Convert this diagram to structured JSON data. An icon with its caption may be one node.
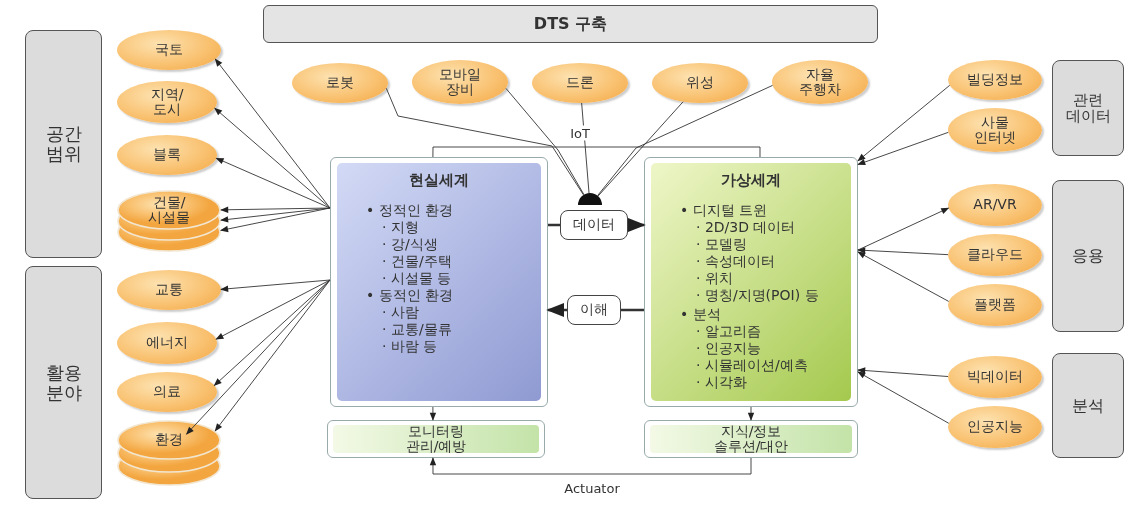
{
  "diagram": {
    "nodes": [
      {
        "text": [
          "DTS 구축"
        ]
      },
      {
        "text": [
          "공간 범위"
        ]
      },
      {
        "text": [
          "국토"
        ]
      },
      {
        "text": [
          "지역/도시"
        ]
      },
      {
        "text": [
          "블록"
        ]
      },
      {
        "text": [
          "건물/시설물"
        ]
      },
      {
        "text": [
          "활용 분야"
        ]
      },
      {
        "text": [
          "교통"
        ]
      },
      {
        "text": [
          "에너지"
        ]
      },
      {
        "text": [
          "의료"
        ]
      },
      {
        "text": [
          "환경"
        ]
      },
      {
        "text": [
          "로봇"
        ]
      },
      {
        "text": [
          "모바일 장비"
        ]
      },
      {
        "text": [
          "드론"
        ]
      },
      {
        "text": [
          "위성"
        ]
      },
      {
        "text": [
          "자율 주행차"
        ]
      },
      {
        "text": [
          "빌딩정보"
        ]
      },
      {
        "text": [
          "사물 인터넷"
        ]
      },
      {
        "text": [
          "관련 데이터"
        ]
      },
      {
        "text": [],
        "shape": "circle"
      },
      {
        "text": [
          "현실세계",
          "• 정적인 환경",
          "· 지형",
          "· 강/식생",
          "· 건물/주택",
          "· 시설물 등",
          "• 동적인 환경",
          "· 사람",
          "· 교통/물류",
          "· 바람 등"
        ]
      },
      {
        "text": [
          "가상세계",
          "• 디지털 트윈",
          "· 2D/3D 데이터",
          "· 모델링",
          "· 속성데이터",
          "· 위치",
          "· 명칭/지명(POI) 등",
          "• 분석",
          "· 알고리즘",
          "· 인공지능",
          "· 시뮬레이션/예측",
          "· 시각화"
        ]
      },
      {
        "text": [
          "AR/VR"
        ]
      },
      {
        "text": [
          "클라우드"
        ]
      },
      {
        "text": [
          "플랫폼"
        ]
      },
      {
        "text": [
          "응용"
        ]
      },
      {
        "text": [
          "빅데이터"
        ]
      },
      {
        "text": [
          "인공지능"
        ]
      },
      {
        "text": [
          "분석"
        ]
      },
      {
        "text": [
          "모니터링 관리/예방"
        ]
      },
      {
        "text": [
          "지식/정보 솔루션/대안"
        ]
      }
    ],
    "edges": [
      {
        "from": 20,
        "to": 2,
        "arrow": "to"
      },
      {
        "from": 20,
        "to": 3,
        "arrow": "to"
      },
      {
        "from": 20,
        "to": 4,
        "arrow": "to"
      },
      {
        "from": 20,
        "to": 5,
        "arrow": "to"
      },
      {
        "from": 20,
        "to": 5,
        "arrow": "to"
      },
      {
        "from": 20,
        "to": 5,
        "arrow": "to"
      },
      {
        "from": 20,
        "to": 7,
        "arrow": "to"
      },
      {
        "from": 20,
        "to": 8,
        "arrow": "to"
      },
      {
        "from": 20,
        "to": 9,
        "arrow": "to"
      },
      {
        "from": 20,
        "to": 10,
        "arrow": "to"
      },
      {
        "from": 20,
        "to": 10,
        "arrow": "to"
      },
      {
        "from": 11,
        "to": 19,
        "arrow": "none"
      },
      {
        "from": 12,
        "to": 19,
        "arrow": "none"
      },
      {
        "from": 13,
        "to": 19,
        "arrow": "none"
      },
      {
        "from": 14,
        "to": 19,
        "arrow": "none"
      },
      {
        "from": 15,
        "to": 19,
        "arrow": "none"
      },
      {
        "from": 20,
        "to": 21,
        "arrow": "none",
        "label": "IoT"
      },
      {
        "from": 20,
        "to": 21,
        "arrow": "to",
        "label": "데이터",
        "style": "thick"
      },
      {
        "from": 21,
        "to": 20,
        "arrow": "to",
        "label": "이해",
        "style": "thick"
      },
      {
        "from": 16,
        "to": 21,
        "arrow": "to"
      },
      {
        "from": 17,
        "to": 21,
        "arrow": "to"
      },
      {
        "from": 21,
        "to": 22,
        "arrow": "to"
      },
      {
        "from": 23,
        "to": 21,
        "arrow": "to"
      },
      {
        "from": 24,
        "to": 21,
        "arrow": "to"
      },
      {
        "from": 26,
        "to": 21,
        "arrow": "to"
      },
      {
        "from": 27,
        "to": 21,
        "arrow": "to"
      },
      {
        "from": 20,
        "to": 29,
        "arrow": "to"
      },
      {
        "from": 21,
        "to": 30,
        "arrow": "to"
      },
      {
        "from": 30,
        "to": 29,
        "arrow": "to",
        "label": "Actuator"
      }
    ]
  }
}
